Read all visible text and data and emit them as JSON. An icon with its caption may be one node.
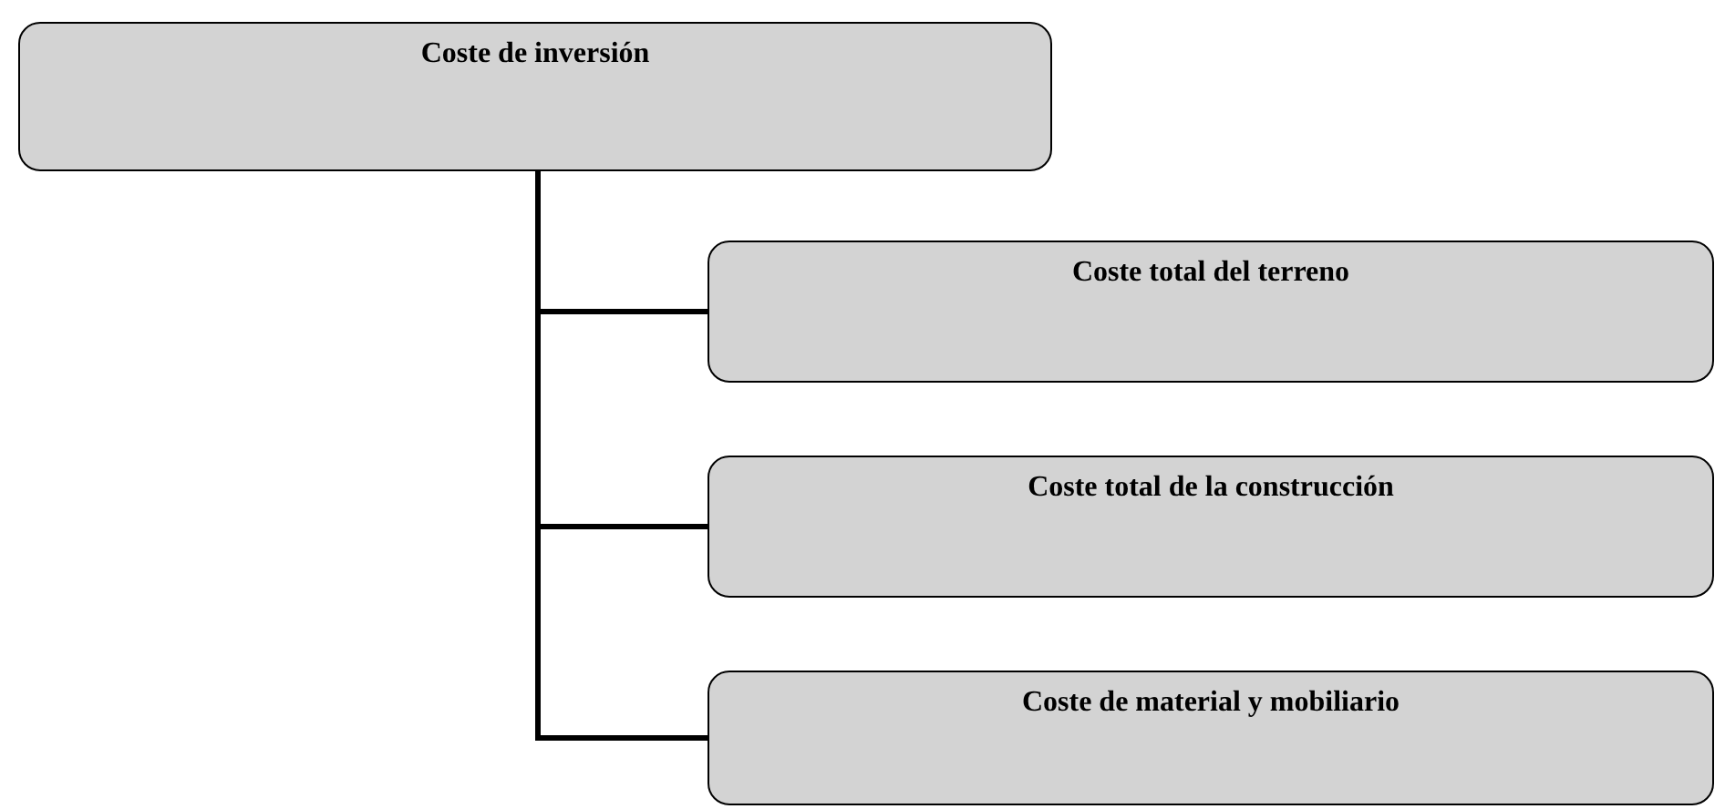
{
  "diagram": {
    "nodes": [
      {
        "text": [
          "Coste de inversión"
        ]
      },
      {
        "text": [
          "Coste total del terreno"
        ]
      },
      {
        "text": [
          "Coste total de la construcción"
        ]
      },
      {
        "text": [
          "Coste de material y mobiliario"
        ]
      }
    ],
    "edges": [
      {
        "from": 0,
        "to": 1,
        "arrow": "none"
      },
      {
        "from": 0,
        "to": 2,
        "arrow": "none"
      },
      {
        "from": 0,
        "to": 3,
        "arrow": "none"
      }
    ]
  }
}
